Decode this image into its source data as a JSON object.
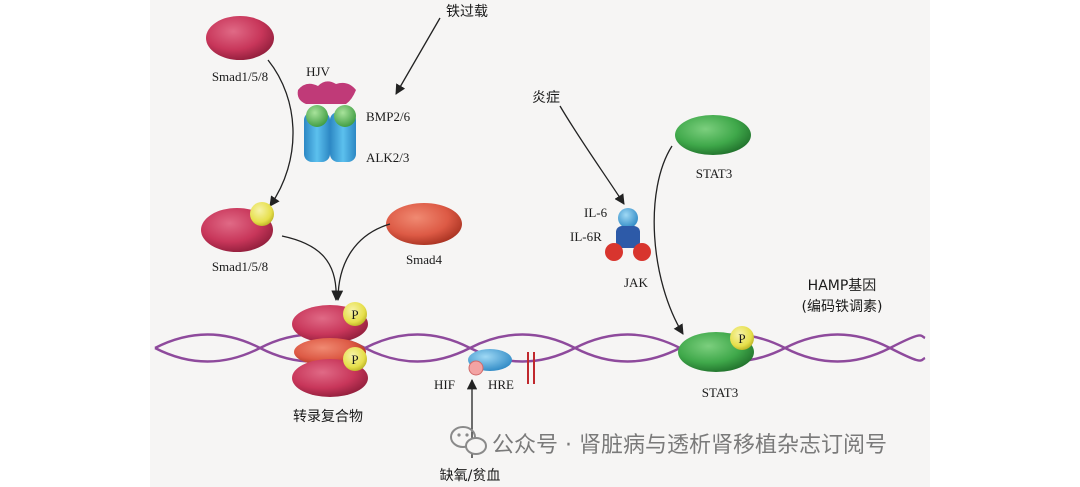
{
  "labels": {
    "iron_overload": "铁过载",
    "smad158_top": "Smad1/5/8",
    "hjv": "HJV",
    "bmp": "BMP2/6",
    "alk": "ALK2/3",
    "smad158_mid": "Smad1/5/8",
    "smad4": "Smad4",
    "transcription_complex": "转录复合物",
    "phospho_1": "P",
    "phospho_2": "P",
    "phospho_3": "P",
    "hif": "HIF",
    "hre": "HRE",
    "hypoxia": "缺氧/贫血",
    "inflammation": "炎症",
    "il6": "IL-6",
    "il6r": "IL-6R",
    "jak": "JAK",
    "stat3_top": "STAT3",
    "stat3_bottom": "STAT3",
    "hamp_gene": "HAMP基因",
    "hamp_desc": "(编码铁调素)"
  },
  "watermark": {
    "text": "公众号 · 肾脏病与透析肾移植杂志订阅号",
    "icon": "wechat-icon"
  },
  "colors": {
    "smad": "#c8365a",
    "smad4": "#dd5a45",
    "stat3": "#3fa84a",
    "phosphate": "#e6df4a",
    "hjv": "#c03a78",
    "bmp": "#5fb84f",
    "alk": "#3a9fd6",
    "dna": "#8e4a9c",
    "background": "#f6f5f4"
  }
}
